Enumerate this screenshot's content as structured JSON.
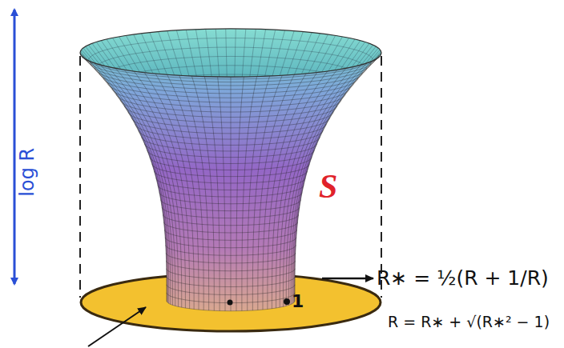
{
  "diagram": {
    "labels": [
      "log R",
      "S",
      "1",
      "R∗ = ½(R + 1/R)",
      "R = R∗ + √(R∗² − 1)"
    ]
  }
}
